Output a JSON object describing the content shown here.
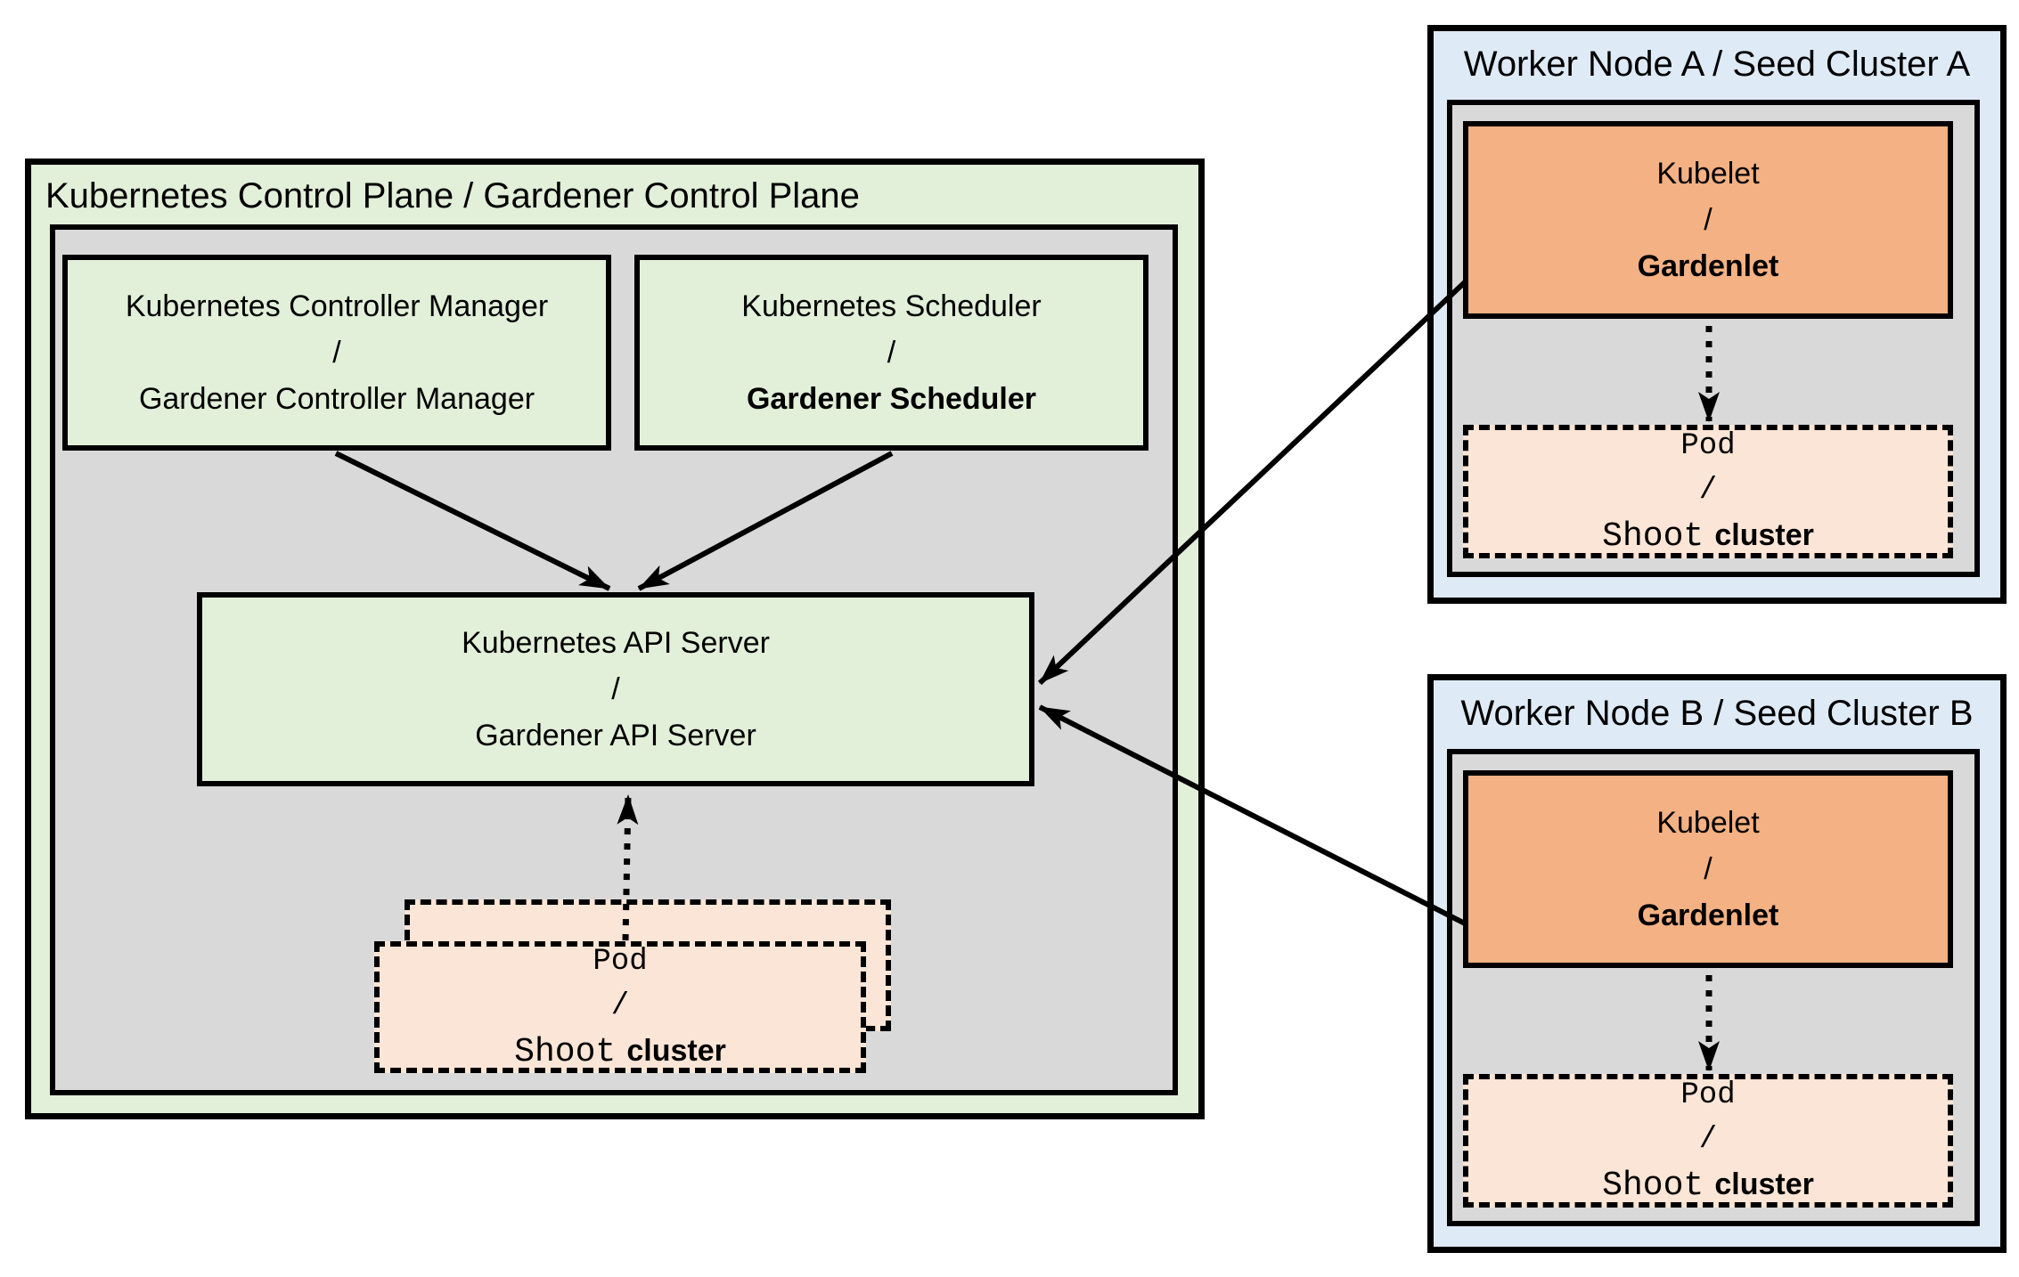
{
  "colors": {
    "background": "#ffffff",
    "border": "#000000",
    "control_plane_fill": "#e2efd9",
    "inner_panel_fill": "#d9d9d9",
    "component_green_fill": "#e2efd9",
    "worker_node_fill": "#deeaf6",
    "kubelet_fill": "#f4b183",
    "pod_fill": "#fbe5d6"
  },
  "control_plane": {
    "title": "Kubernetes Control Plane / Gardener Control Plane",
    "controller_manager": {
      "line1": "Kubernetes Controller Manager",
      "slash": "/",
      "line2": "Gardener Controller Manager"
    },
    "scheduler": {
      "line1": "Kubernetes Scheduler",
      "slash": "/",
      "line2": "Gardener Scheduler"
    },
    "api_server": {
      "line1": "Kubernetes API Server",
      "slash": "/",
      "line2": "Gardener API Server"
    },
    "pod": {
      "line1": "Pod",
      "slash": "/",
      "shoot": "Shoot",
      "cluster": "cluster"
    }
  },
  "worker_a": {
    "title": "Worker Node A / Seed Cluster A",
    "kubelet": {
      "line1": "Kubelet",
      "slash": "/",
      "line2": "Gardenlet"
    },
    "pod": {
      "line1": "Pod",
      "slash": "/",
      "shoot": "Shoot",
      "cluster": "cluster"
    }
  },
  "worker_b": {
    "title": "Worker Node B / Seed Cluster B",
    "kubelet": {
      "line1": "Kubelet",
      "slash": "/",
      "line2": "Gardenlet"
    },
    "pod": {
      "line1": "Pod",
      "slash": "/",
      "shoot": "Shoot",
      "cluster": "cluster"
    }
  }
}
